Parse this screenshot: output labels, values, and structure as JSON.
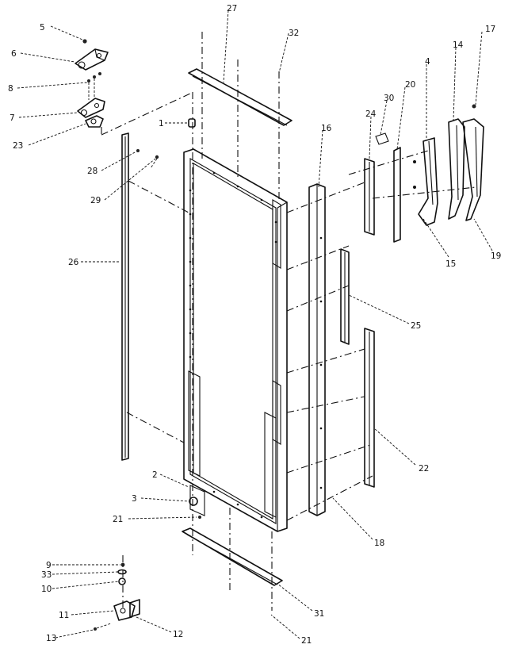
{
  "callouts": {
    "c1": "1",
    "c2": "2",
    "c3": "3",
    "c4": "4",
    "c5": "5",
    "c6": "6",
    "c7": "7",
    "c8": "8",
    "c9": "9",
    "c10": "10",
    "c11": "11",
    "c12": "12",
    "c13": "13",
    "c14": "14",
    "c15": "15",
    "c16": "16",
    "c17": "17",
    "c18": "18",
    "c19": "19",
    "c20": "20",
    "c21a": "21",
    "c21b": "21",
    "c22": "22",
    "c23": "23",
    "c24": "24",
    "c25": "25",
    "c26": "26",
    "c27": "27",
    "c28": "28",
    "c29": "29",
    "c30": "30",
    "c31": "31",
    "c32": "32",
    "c33": "33"
  },
  "header": {
    "corner_mark": ""
  }
}
